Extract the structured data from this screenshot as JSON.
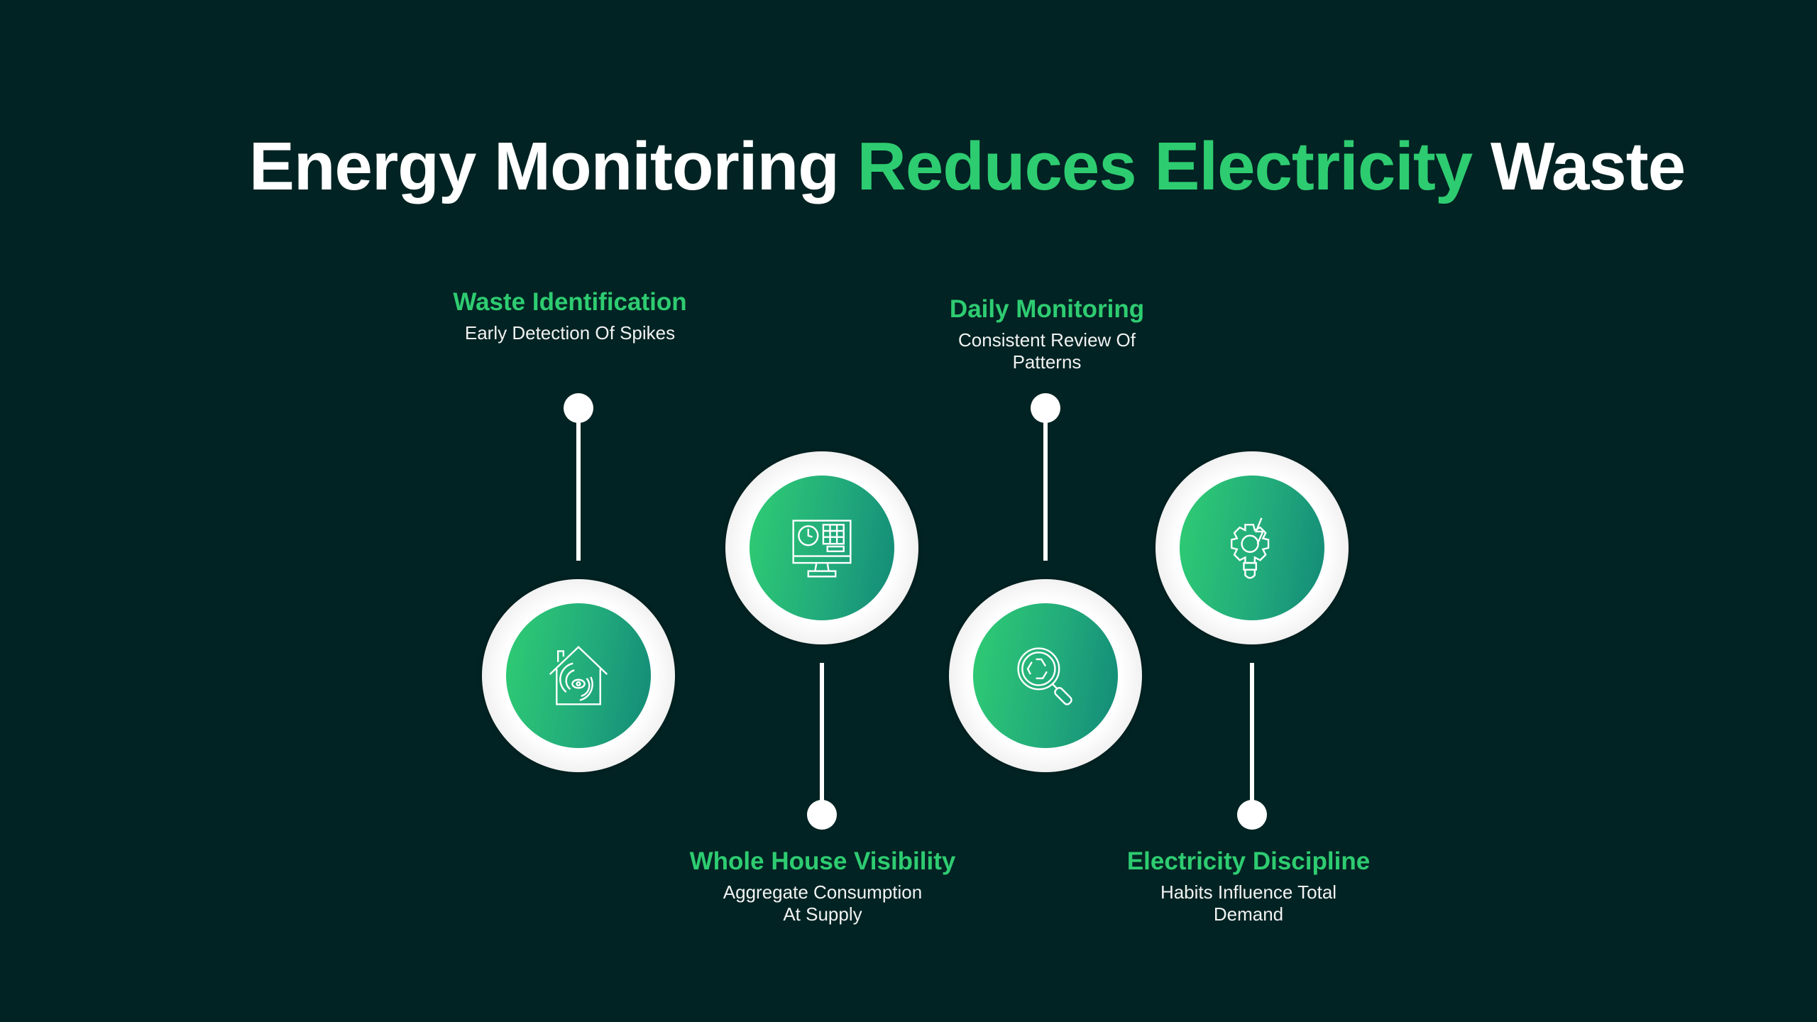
{
  "title": {
    "part1": "Energy Monitoring",
    "accent": "Reduces Electricity",
    "part2": "Waste"
  },
  "steps": [
    {
      "heading": "Waste Identification",
      "subtitle": "Early Detection Of Spikes",
      "icon": "house-eye-icon"
    },
    {
      "heading": "Whole House Visibility",
      "subtitle": "Aggregate Consumption At Supply",
      "icon": "monitor-dashboard-icon"
    },
    {
      "heading": "Daily Monitoring",
      "subtitle": "Consistent Review Of Patterns",
      "icon": "magnifier-recycle-icon"
    },
    {
      "heading": "Electricity Discipline",
      "subtitle": "Habits Influence Total Demand",
      "icon": "gear-bulb-icon"
    }
  ],
  "colors": {
    "background": "#022323",
    "accent": "#2ecc71"
  }
}
